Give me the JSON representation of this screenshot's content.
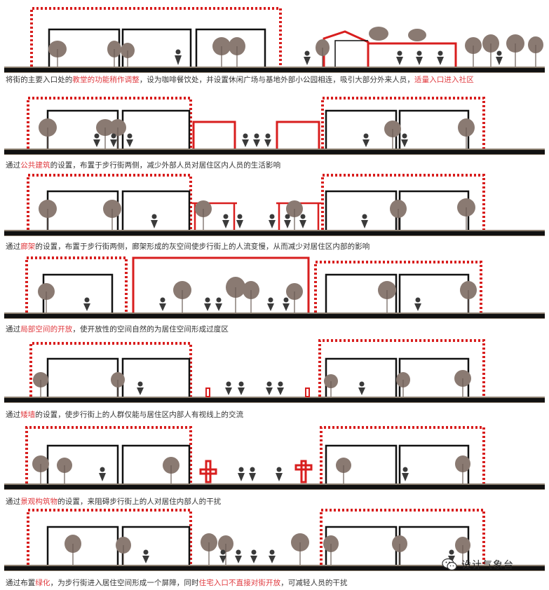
{
  "colors": {
    "red": "#d81e1e",
    "red_text": "#e0393e",
    "black": "#111111",
    "ground_top": "#8a7d6e",
    "ground": "#111111",
    "tree": "#7a6a62"
  },
  "captions": [
    [
      {
        "t": "将街的主要入口处的",
        "h": false
      },
      {
        "t": "教堂的功能稍作调整",
        "h": true
      },
      {
        "t": "，设为咖啡餐饮处，并设置休闲广场与基地外部小公园相连，吸引大部分外来人员，",
        "h": false
      },
      {
        "t": "适量入口进入社区",
        "h": true
      }
    ],
    [
      {
        "t": "通过",
        "h": false
      },
      {
        "t": "公共建筑",
        "h": true
      },
      {
        "t": "的设置，布置于步行街两侧，减少外部人员对居住区内人员的生活影响",
        "h": false
      }
    ],
    [
      {
        "t": "通过",
        "h": false
      },
      {
        "t": "廊架",
        "h": true
      },
      {
        "t": "的设置，布置于步行街两侧，廊架形成的灰空间使步行街上的人流变慢，从而减少对居住区内部的影响",
        "h": false
      }
    ],
    [
      {
        "t": "通过",
        "h": false
      },
      {
        "t": "局部空间的开放",
        "h": true
      },
      {
        "t": "，使开放性的空间自然的为居住空间形成过度区",
        "h": false
      }
    ],
    [
      {
        "t": "通过",
        "h": false
      },
      {
        "t": "矮墙",
        "h": true
      },
      {
        "t": "的设置，使步行街上的人群仅能与居住区内部人有视线上的交流",
        "h": false
      }
    ],
    [
      {
        "t": "通过",
        "h": false
      },
      {
        "t": "景观构筑物",
        "h": true
      },
      {
        "t": "的设置，来阻碍步行街上的人对居住内部人的干扰",
        "h": false
      }
    ],
    [
      {
        "t": "通过布置",
        "h": false
      },
      {
        "t": "绿化",
        "h": true
      },
      {
        "t": "，为步行街进入居住空间形成一个屏障，同时",
        "h": false
      },
      {
        "t": "住宅入口不直接对街开放",
        "h": true
      },
      {
        "t": "，可减轻人员的干扰",
        "h": false
      }
    ]
  ],
  "watermark": {
    "icon": "wechat-icon",
    "text": "设计气象台"
  }
}
